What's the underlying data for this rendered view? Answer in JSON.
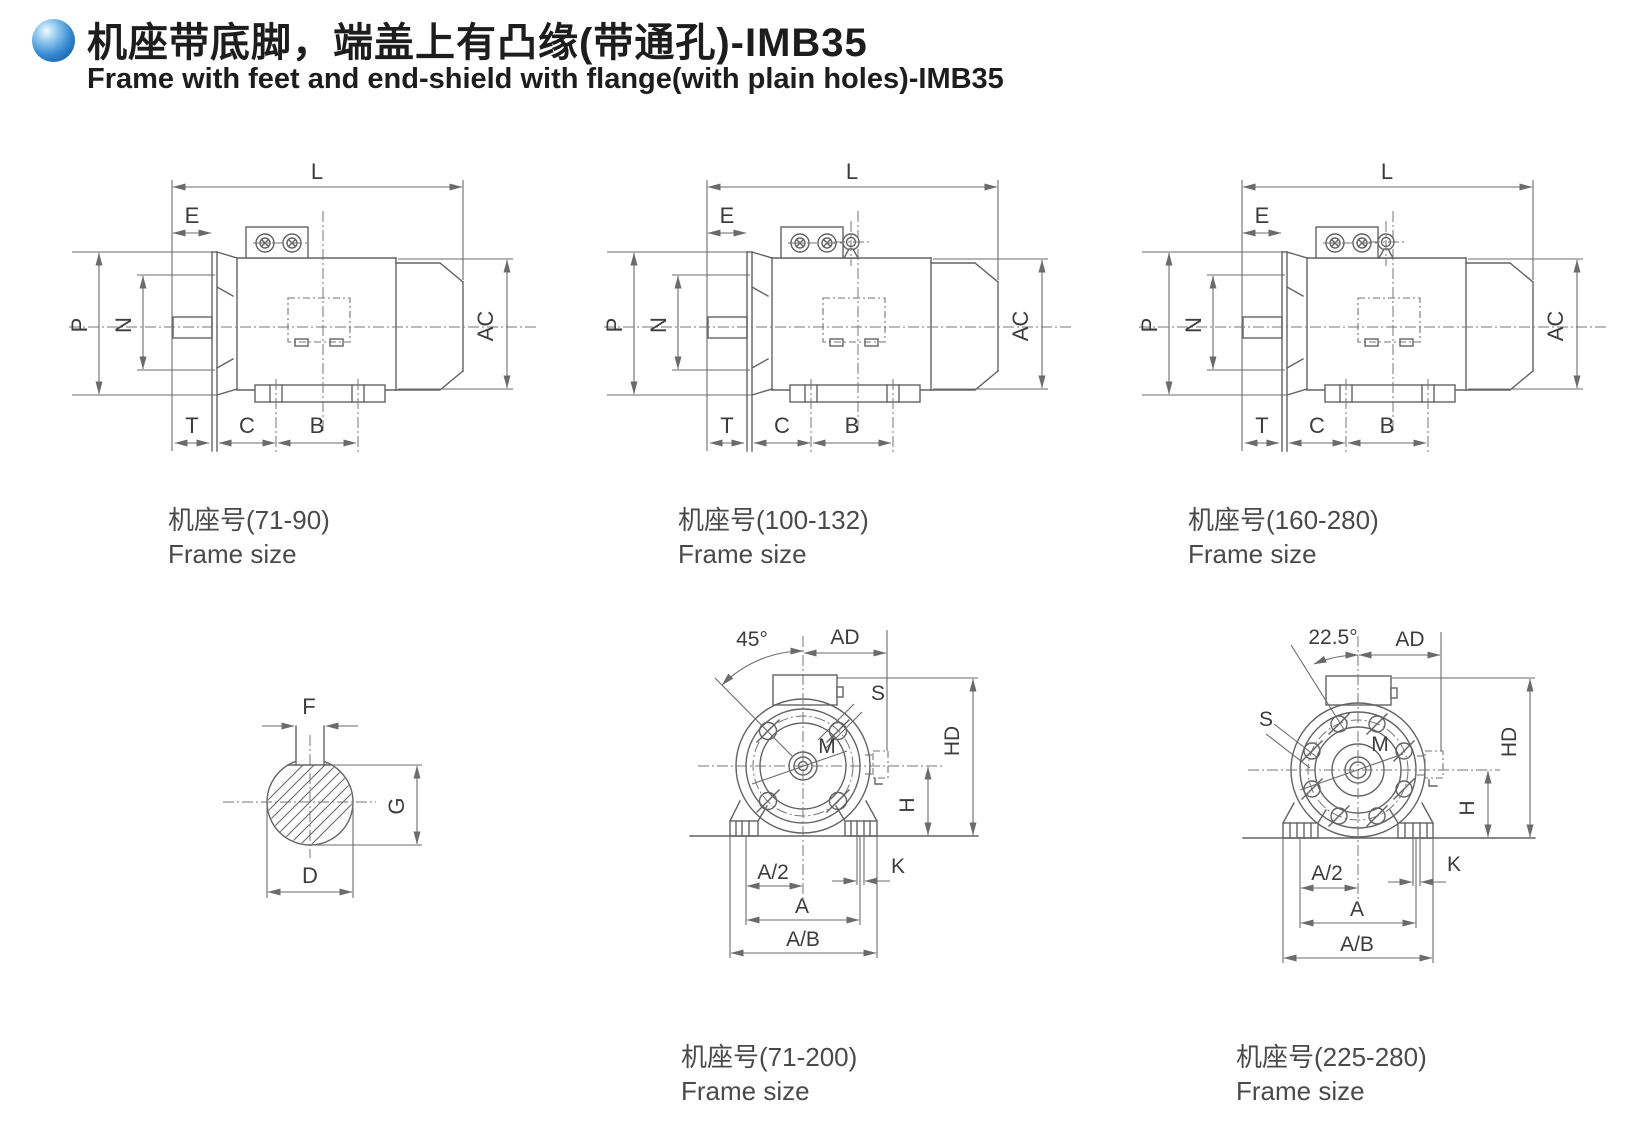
{
  "header": {
    "bullet_icon": "sphere-icon",
    "title_zh": "机座带底脚，端盖上有凸缘(带通孔)-IMB35",
    "title_en": "Frame with feet and end-shield with flange(with plain holes)-IMB35"
  },
  "colors": {
    "bullet_blue": "#2a7cc7",
    "line_gray": "#636363",
    "label_gray": "#3c3c3c",
    "title_black": "#1d1d1d",
    "background": "#ffffff"
  },
  "side_view_labels": {
    "L": "L",
    "E": "E",
    "P": "P",
    "N": "N",
    "AC": "AC",
    "T": "T",
    "C": "C",
    "B": "B"
  },
  "shaft_labels": {
    "F": "F",
    "G": "G",
    "D": "D"
  },
  "front_view_1": {
    "angle": "45°",
    "AD": "AD",
    "S": "S",
    "M": "M",
    "HD": "HD",
    "H": "H",
    "K": "K",
    "A2": "A/2",
    "A": "A",
    "AB": "A/B"
  },
  "front_view_2": {
    "angle": "22.5°",
    "AD": "AD",
    "S": "S",
    "M": "M",
    "HD": "HD",
    "H": "H",
    "K": "K",
    "A2": "A/2",
    "A": "A",
    "AB": "A/B"
  },
  "captions": [
    {
      "zh": "机座号(71-90)",
      "en": "Frame size"
    },
    {
      "zh": "机座号(100-132)",
      "en": "Frame size"
    },
    {
      "zh": "机座号(160-280)",
      "en": "Frame size"
    },
    {
      "zh": "机座号(71-200)",
      "en": "Frame size"
    },
    {
      "zh": "机座号(225-280)",
      "en": "Frame size"
    }
  ]
}
